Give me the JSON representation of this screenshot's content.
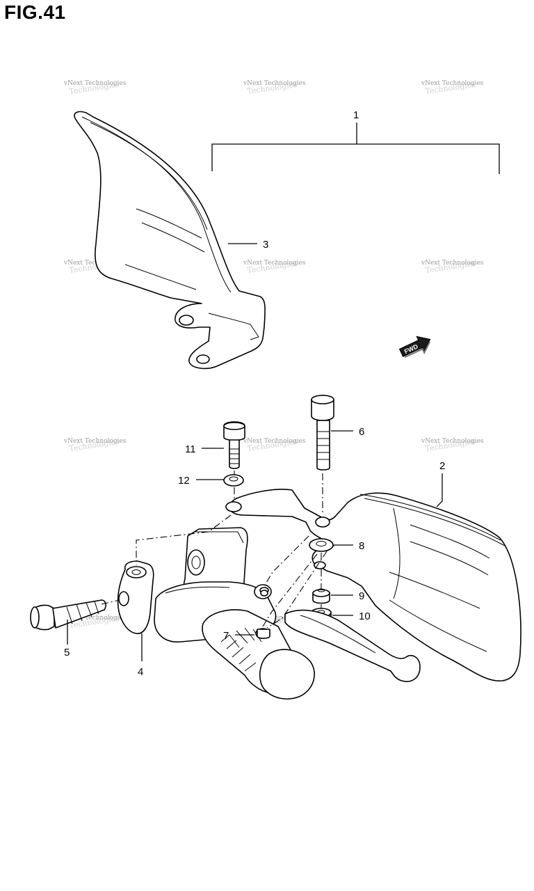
{
  "figure": {
    "title": "FIG.41"
  },
  "callouts": [
    {
      "id": "1",
      "label": "1"
    },
    {
      "id": "2",
      "label": "2"
    },
    {
      "id": "3",
      "label": "3"
    },
    {
      "id": "4",
      "label": "4"
    },
    {
      "id": "5",
      "label": "5"
    },
    {
      "id": "6",
      "label": "6"
    },
    {
      "id": "7",
      "label": "7"
    },
    {
      "id": "8",
      "label": "8"
    },
    {
      "id": "9",
      "label": "9"
    },
    {
      "id": "10",
      "label": "10"
    },
    {
      "id": "11",
      "label": "11"
    },
    {
      "id": "12",
      "label": "12"
    }
  ],
  "direction_badge": {
    "label": "FWD"
  },
  "watermark": {
    "label": "vNext Technologies",
    "shadow": "Technologies"
  }
}
